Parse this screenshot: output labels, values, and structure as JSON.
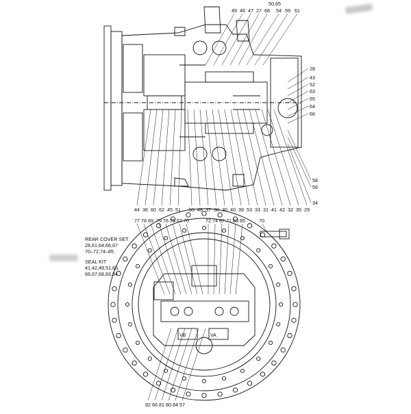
{
  "diagram": {
    "top_view": {
      "callouts_top": [
        "49",
        "46",
        "47",
        "27",
        "68",
        "54",
        "59",
        "61"
      ],
      "callout_top_extra": "50,65",
      "callouts_right": [
        "28",
        "43",
        "52",
        "63",
        "65",
        "64",
        "66",
        "58",
        "56",
        "34"
      ],
      "callouts_bottom": [
        "44",
        "36",
        "60",
        "62",
        "45",
        "51",
        "55",
        "48",
        "37",
        "38",
        "30",
        "40",
        "39",
        "53",
        "33",
        "31",
        "41",
        "42",
        "32",
        "35",
        "29"
      ]
    },
    "bottom_view": {
      "callouts_top": [
        "77",
        "78",
        "69",
        "79",
        "76",
        "75",
        "67",
        "70",
        "72",
        "74",
        "67",
        "71",
        "83",
        "85"
      ],
      "callout_side": "70",
      "callouts_bottom": [
        "82",
        "66",
        "81",
        "80",
        "84",
        "57"
      ],
      "inner_labels": [
        "VB",
        "VA"
      ]
    },
    "rear_cover_set": {
      "title": "REAR COVER SET",
      "line1": "28,61,64,66,67",
      "line2": "70–72,74–85"
    },
    "seal_kit": {
      "title": "SEAL KIT",
      "line1": "41,42,49,51,65,",
      "line2": "66,67,68,83,84"
    }
  }
}
